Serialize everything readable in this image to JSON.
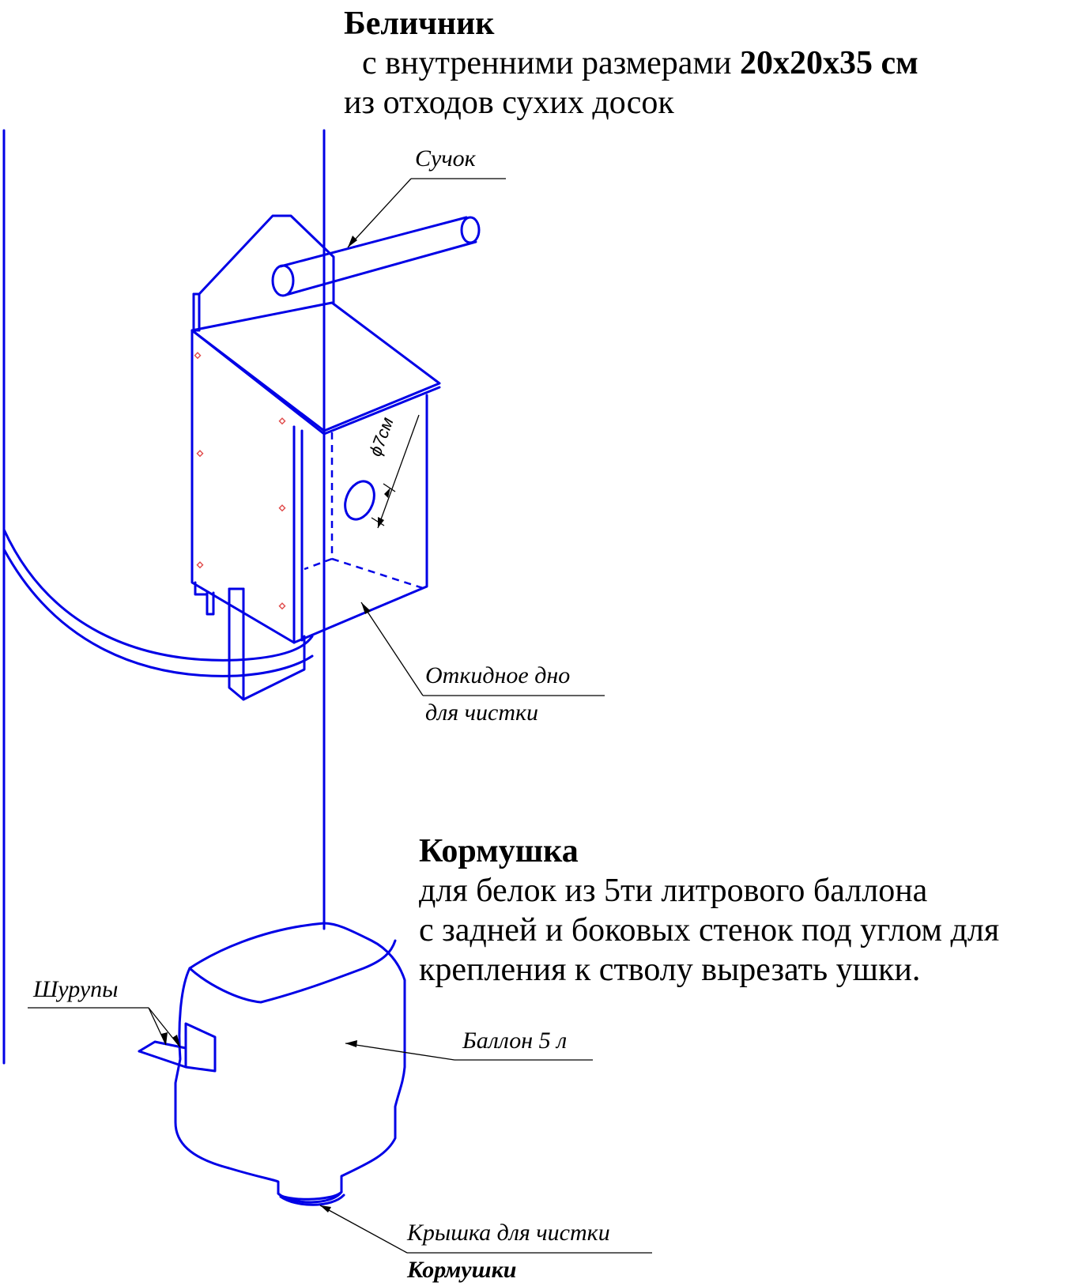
{
  "squirrel_house": {
    "title": "Беличник",
    "line2_prefix": "с внутренними размерами",
    "line2_dims": "20х20х35 см",
    "line3": "из отходов сухих досок"
  },
  "labels": {
    "knot": "Сучок",
    "hole_diameter": "ϕ7см",
    "hinged_bottom_1": "Откидное дно",
    "hinged_bottom_2": "для чистки"
  },
  "feeder": {
    "title": "Кормушка",
    "desc_1": "для белок  из 5ти литрового баллона",
    "desc_2": "с задней и боковых стенок под углом для",
    "desc_3": "крепления к стволу вырезать ушки.",
    "screws": "Шурупы",
    "bottle": "Баллон 5 л",
    "cap_1": "Крышка для чистки",
    "cap_2": "Кормушки"
  },
  "colors": {
    "drawing": "#0000e6",
    "leaders": "#000000",
    "nails": "#e04a4a"
  }
}
